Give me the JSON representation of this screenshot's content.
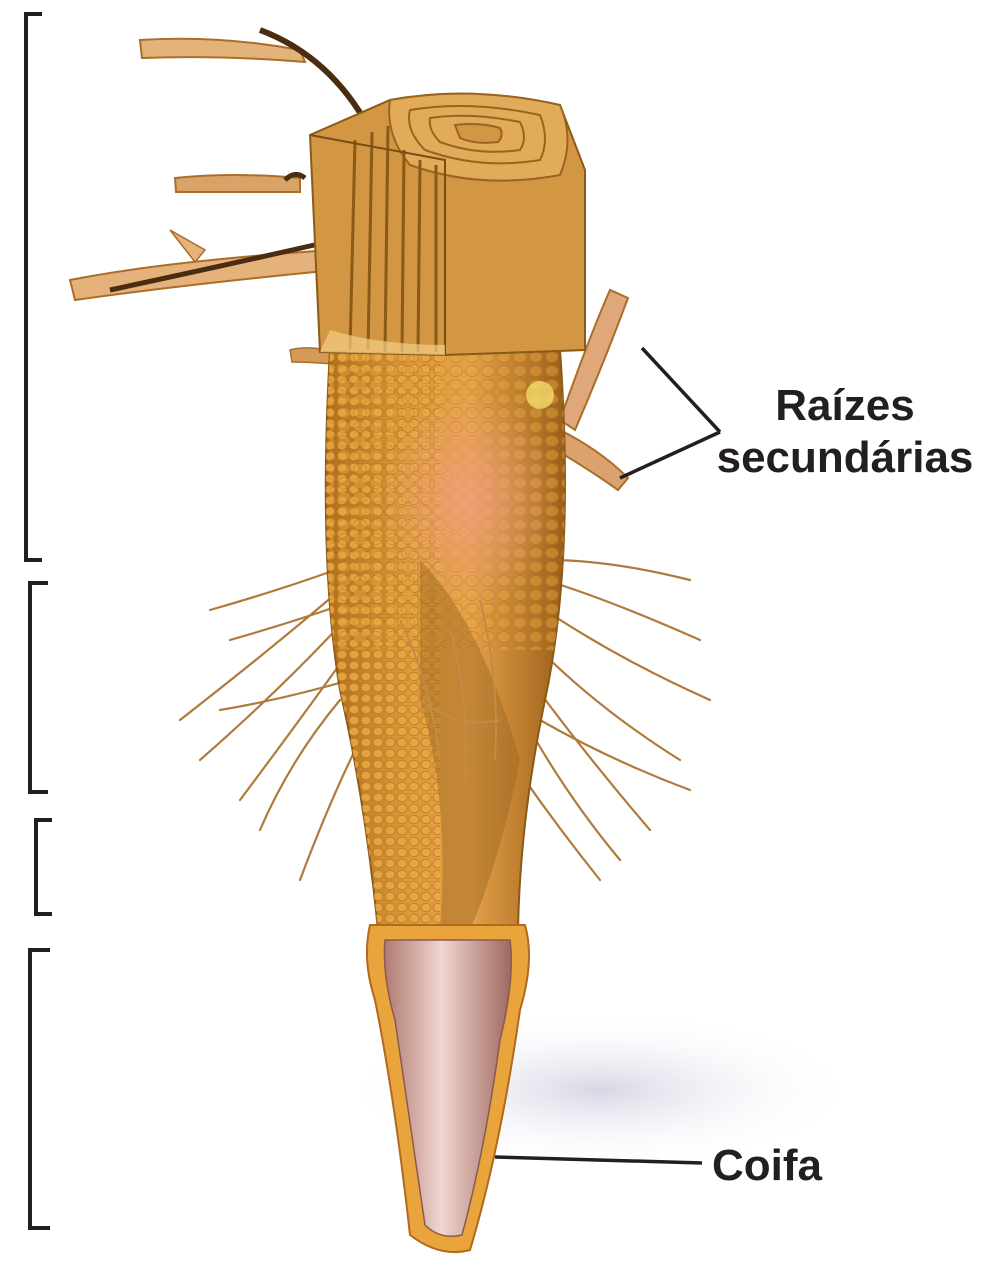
{
  "labels": {
    "raizes_line1": "Raízes",
    "raizes_line2": "secundárias",
    "coifa": "Coifa"
  },
  "colors": {
    "root_base": "#cf8a2c",
    "root_shadow": "#8a5a17",
    "root_highlight": "#f0b455",
    "cap": "#c98c86",
    "cap_rim": "#e9a43b",
    "line": "#231f20"
  }
}
